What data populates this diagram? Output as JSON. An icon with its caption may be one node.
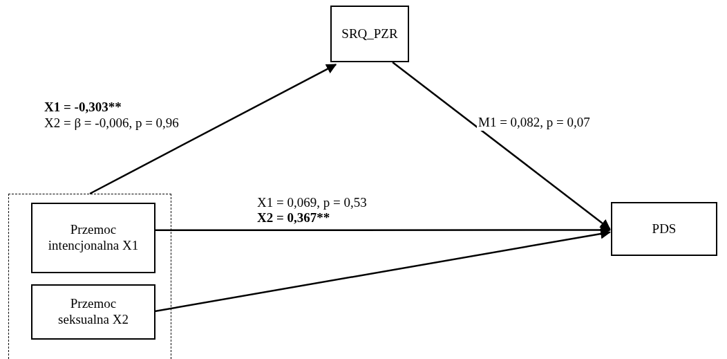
{
  "diagram": {
    "nodes": [
      {
        "text": [
          "SRQ_PZR"
        ]
      },
      {
        "text": [
          "PDS"
        ]
      },
      {
        "text": [],
        "shape": "box"
      },
      {
        "text": [
          "Przemoc intencjonalna X1"
        ],
        "in": 2
      },
      {
        "text": [
          "Przemoc seksualna X2"
        ],
        "in": 2
      }
    ],
    "edges": [
      {
        "from": 2,
        "to": 0,
        "arrow": "to"
      },
      {
        "from": 0,
        "to": 1,
        "arrow": "to",
        "label": "M1 = 0,082, p = 0,07"
      },
      {
        "from": 3,
        "to": 1,
        "arrow": "to"
      },
      {
        "from": 4,
        "to": 1,
        "arrow": "to"
      }
    ],
    "labels": [
      "X1 = -0,303**",
      "X2 = β = -0,006, p = 0,96",
      "X1 = 0,069, p = 0,53",
      "X2 = 0,367**"
    ]
  }
}
